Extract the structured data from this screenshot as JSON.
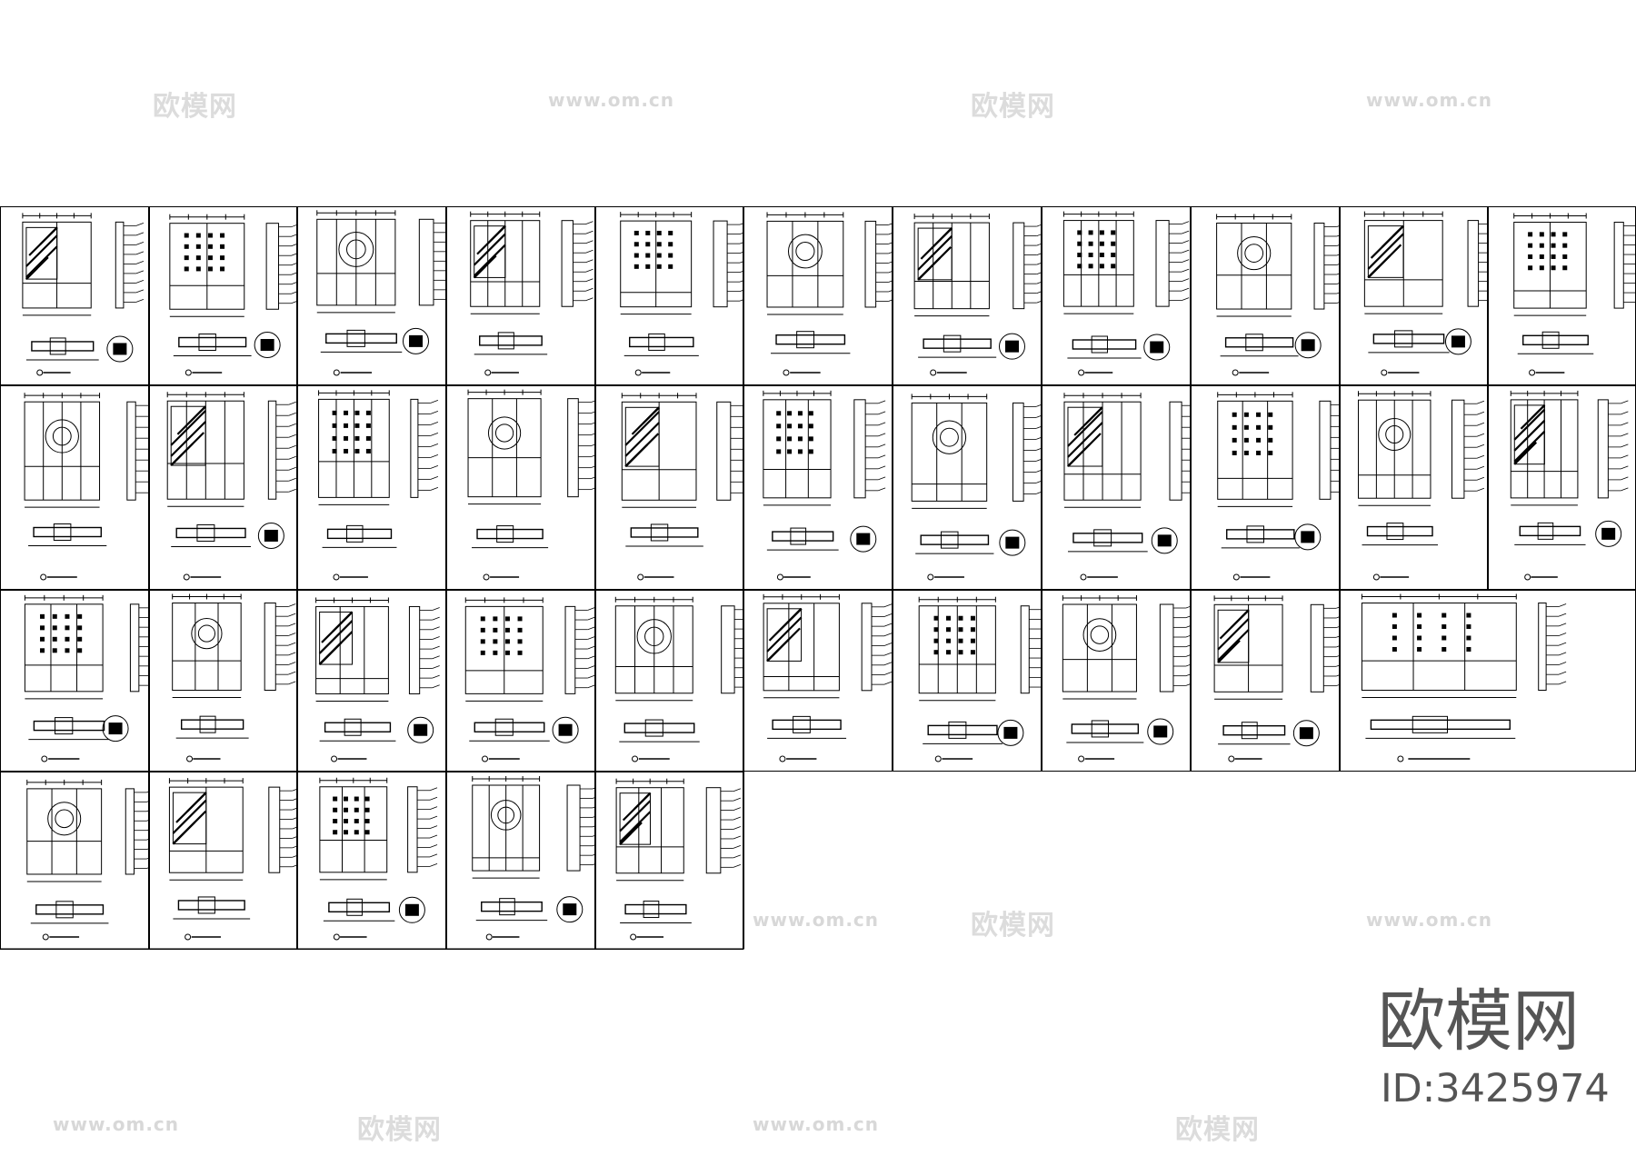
{
  "watermark": {
    "cn_text": "欧模网",
    "url_text": "www.om.cn"
  },
  "brand": {
    "title": "欧模网",
    "id_label": "ID:3425974"
  },
  "drawing_sheets": {
    "row_counts": [
      11,
      11,
      10,
      5
    ],
    "description_of_content": "porch / entrance cabinet elevation CAD drawings"
  }
}
